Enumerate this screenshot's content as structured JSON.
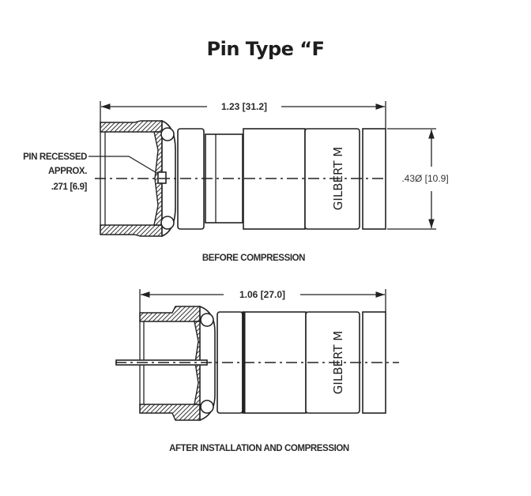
{
  "title": "Pin Type “F",
  "before": {
    "length_dim": "1.23 [31.2]",
    "diameter_dim": ".43Ø [10.9]",
    "pin_note": [
      "PIN RECESSED",
      "APPROX.",
      ".271 [6.9]"
    ],
    "brand": "GILBERT M",
    "caption": "BEFORE COMPRESSION"
  },
  "after": {
    "length_dim": "1.06 [27.0]",
    "brand": "GILBERT M",
    "caption": "AFTER INSTALLATION AND COMPRESSION"
  }
}
